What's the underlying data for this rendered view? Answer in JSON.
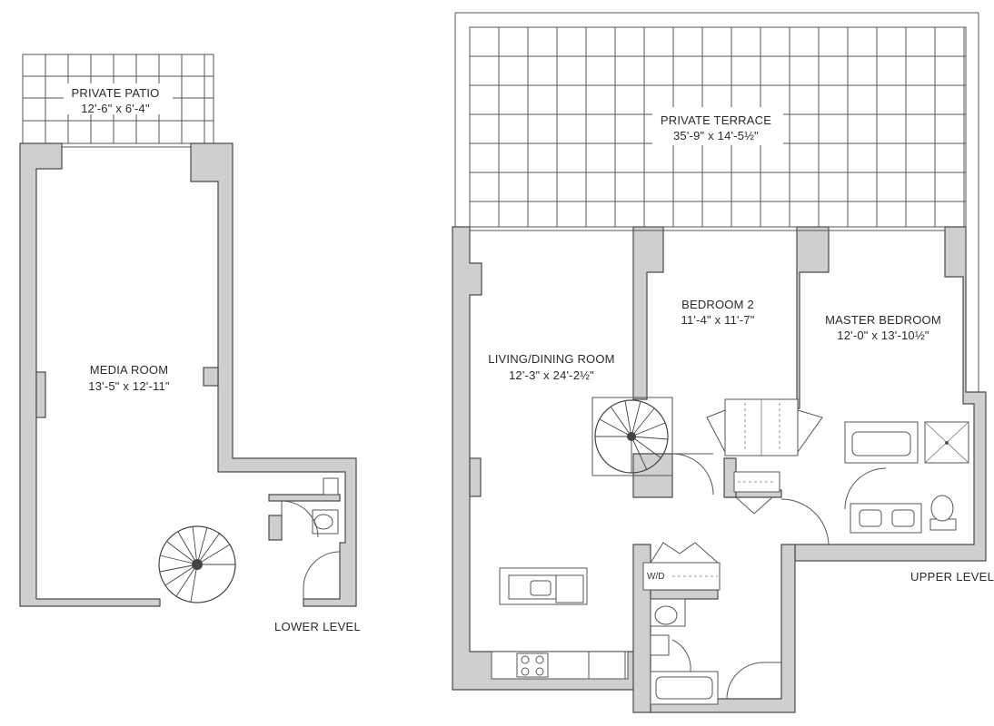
{
  "lower_level": {
    "patio_name": "PRIVATE PATIO",
    "patio_dims": "12'-6\" x 6'-4\"",
    "media_name": "MEDIA ROOM",
    "media_dims": "13'-5\" x 12'-11\"",
    "level_label": "LOWER LEVEL"
  },
  "upper_level": {
    "terrace_name": "PRIVATE TERRACE",
    "terrace_dims": "35'-9\" x 14'-5½\"",
    "living_name": "LIVING/DINING ROOM",
    "living_dims": "12'-3\" x 24'-2½\"",
    "bedroom2_name": "BEDROOM 2",
    "bedroom2_dims": "11'-4\" x 11'-7\"",
    "master_name": "MASTER BEDROOM",
    "master_dims": "12'-0\" x 13'-10½\"",
    "wd_label": "W/D",
    "level_label": "UPPER LEVEL"
  }
}
